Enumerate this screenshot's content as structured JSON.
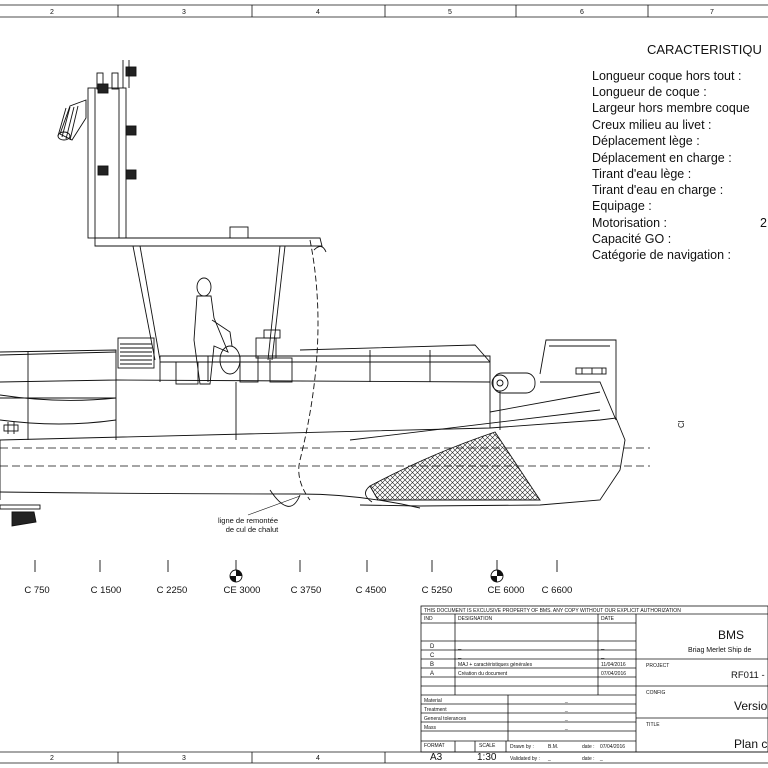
{
  "frame": {
    "top_zones": [
      "2",
      "3",
      "4",
      "5",
      "6",
      "7"
    ],
    "bottom_zones": [
      "2",
      "3",
      "4"
    ]
  },
  "specs": {
    "title": "CARACTERISTIQU",
    "lines": [
      "Longueur coque hors tout :",
      "Longueur de coque :",
      "Largeur hors membre coque",
      "Creux milieu au livet :",
      "Déplacement lège :",
      "Déplacement en charge :",
      "Tirant d'eau lège :",
      "Tirant d'eau en charge :",
      "Equipage :",
      "Motorisation :",
      "Capacité GO :",
      "Catégorie de navigation :"
    ],
    "motorisation_value": "2"
  },
  "annotation": {
    "line1": "ligne de remontée",
    "line2": "de cul de chalut"
  },
  "side_mark": "Cl",
  "stations": [
    "C 750",
    "C 1500",
    "C 2250",
    "CE 3000",
    "C 3750",
    "C 4500",
    "C 5250",
    "CE 6000",
    "C 6600"
  ],
  "title_block": {
    "notice": "THIS DOCUMENT IS EXCLUSIVE PROPERTY OF BMS. ANY COPY WITHOUT OUR EXPLICIT AUTHORIZATION",
    "col_ind": "IND",
    "col_designation": "DESIGNATION",
    "col_date": "DATE",
    "revisions": [
      {
        "ind": "D",
        "designation": "_",
        "date": "_"
      },
      {
        "ind": "C",
        "designation": "_",
        "date": "_"
      },
      {
        "ind": "B",
        "designation": "MAJ + caractéristiques générales",
        "date": "11/04/2016"
      },
      {
        "ind": "A",
        "designation": "Création du document",
        "date": "07/04/2016"
      }
    ],
    "props": [
      {
        "label": "Material",
        "value": "_"
      },
      {
        "label": "Treatment",
        "value": "_"
      },
      {
        "label": "General tolerances",
        "value": "_"
      },
      {
        "label": "Mass",
        "value": "_"
      }
    ],
    "format_label": "FORMAT",
    "format_value": "A3",
    "scale_label": "SCALE",
    "scale_value": "1:30",
    "drawn_label": "Drawn by :",
    "drawn_value": "B.M.",
    "drawn_date_label": "date :",
    "drawn_date": "07/04/2016",
    "validated_label": "Validated by :",
    "validated_value": "_",
    "validated_date_label": "date :",
    "validated_date": "_",
    "company": "BMS",
    "company_full": "Briag Merlet Ship de",
    "project_label": "PROJECT",
    "project_value": "RF011 -",
    "config_label": "CONFIG",
    "config_value": "Versio",
    "title_label": "TITLE",
    "title_value": "Plan c"
  }
}
